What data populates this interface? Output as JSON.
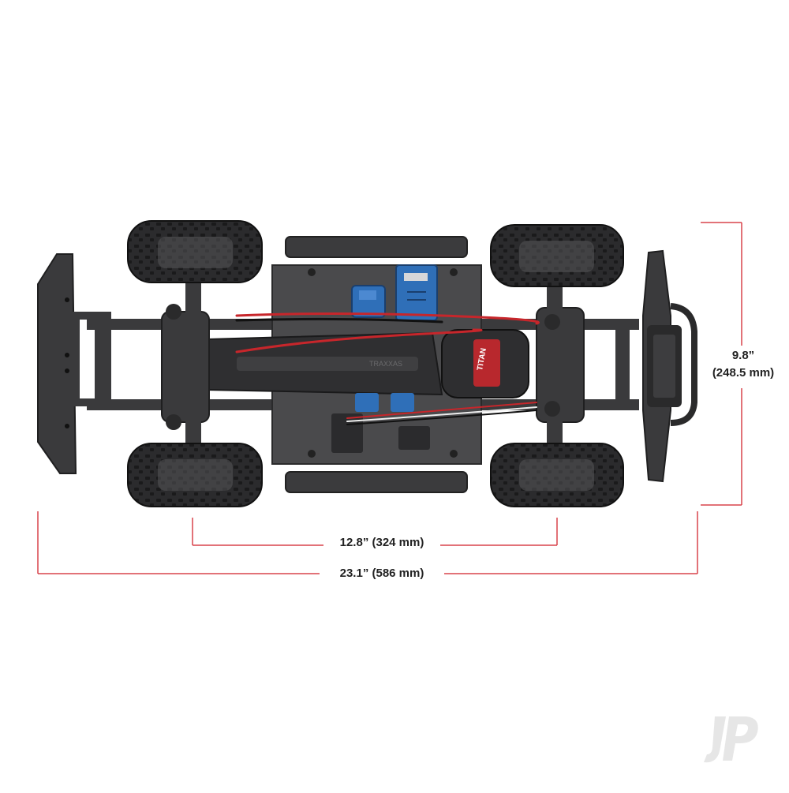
{
  "colors": {
    "dimension_line": "#d8434b",
    "label_text": "#222222",
    "chassis": "#3a3a3c",
    "tire": "#2b2b2d",
    "esc_blue": "#2f6fb8",
    "wire_red": "#c7262b",
    "watermark": "#e6e6e6"
  },
  "dimensions": {
    "wheelbase": "12.8” (324 mm)",
    "length": "23.1” (586 mm)",
    "width_in": "9.8”",
    "width_mm": "(248.5 mm)"
  },
  "chassis_labels": {
    "brand": "TRAXXAS",
    "motor": "TITAN"
  },
  "watermark": {
    "text": "JP",
    "icon": "jp-logo-icon"
  }
}
